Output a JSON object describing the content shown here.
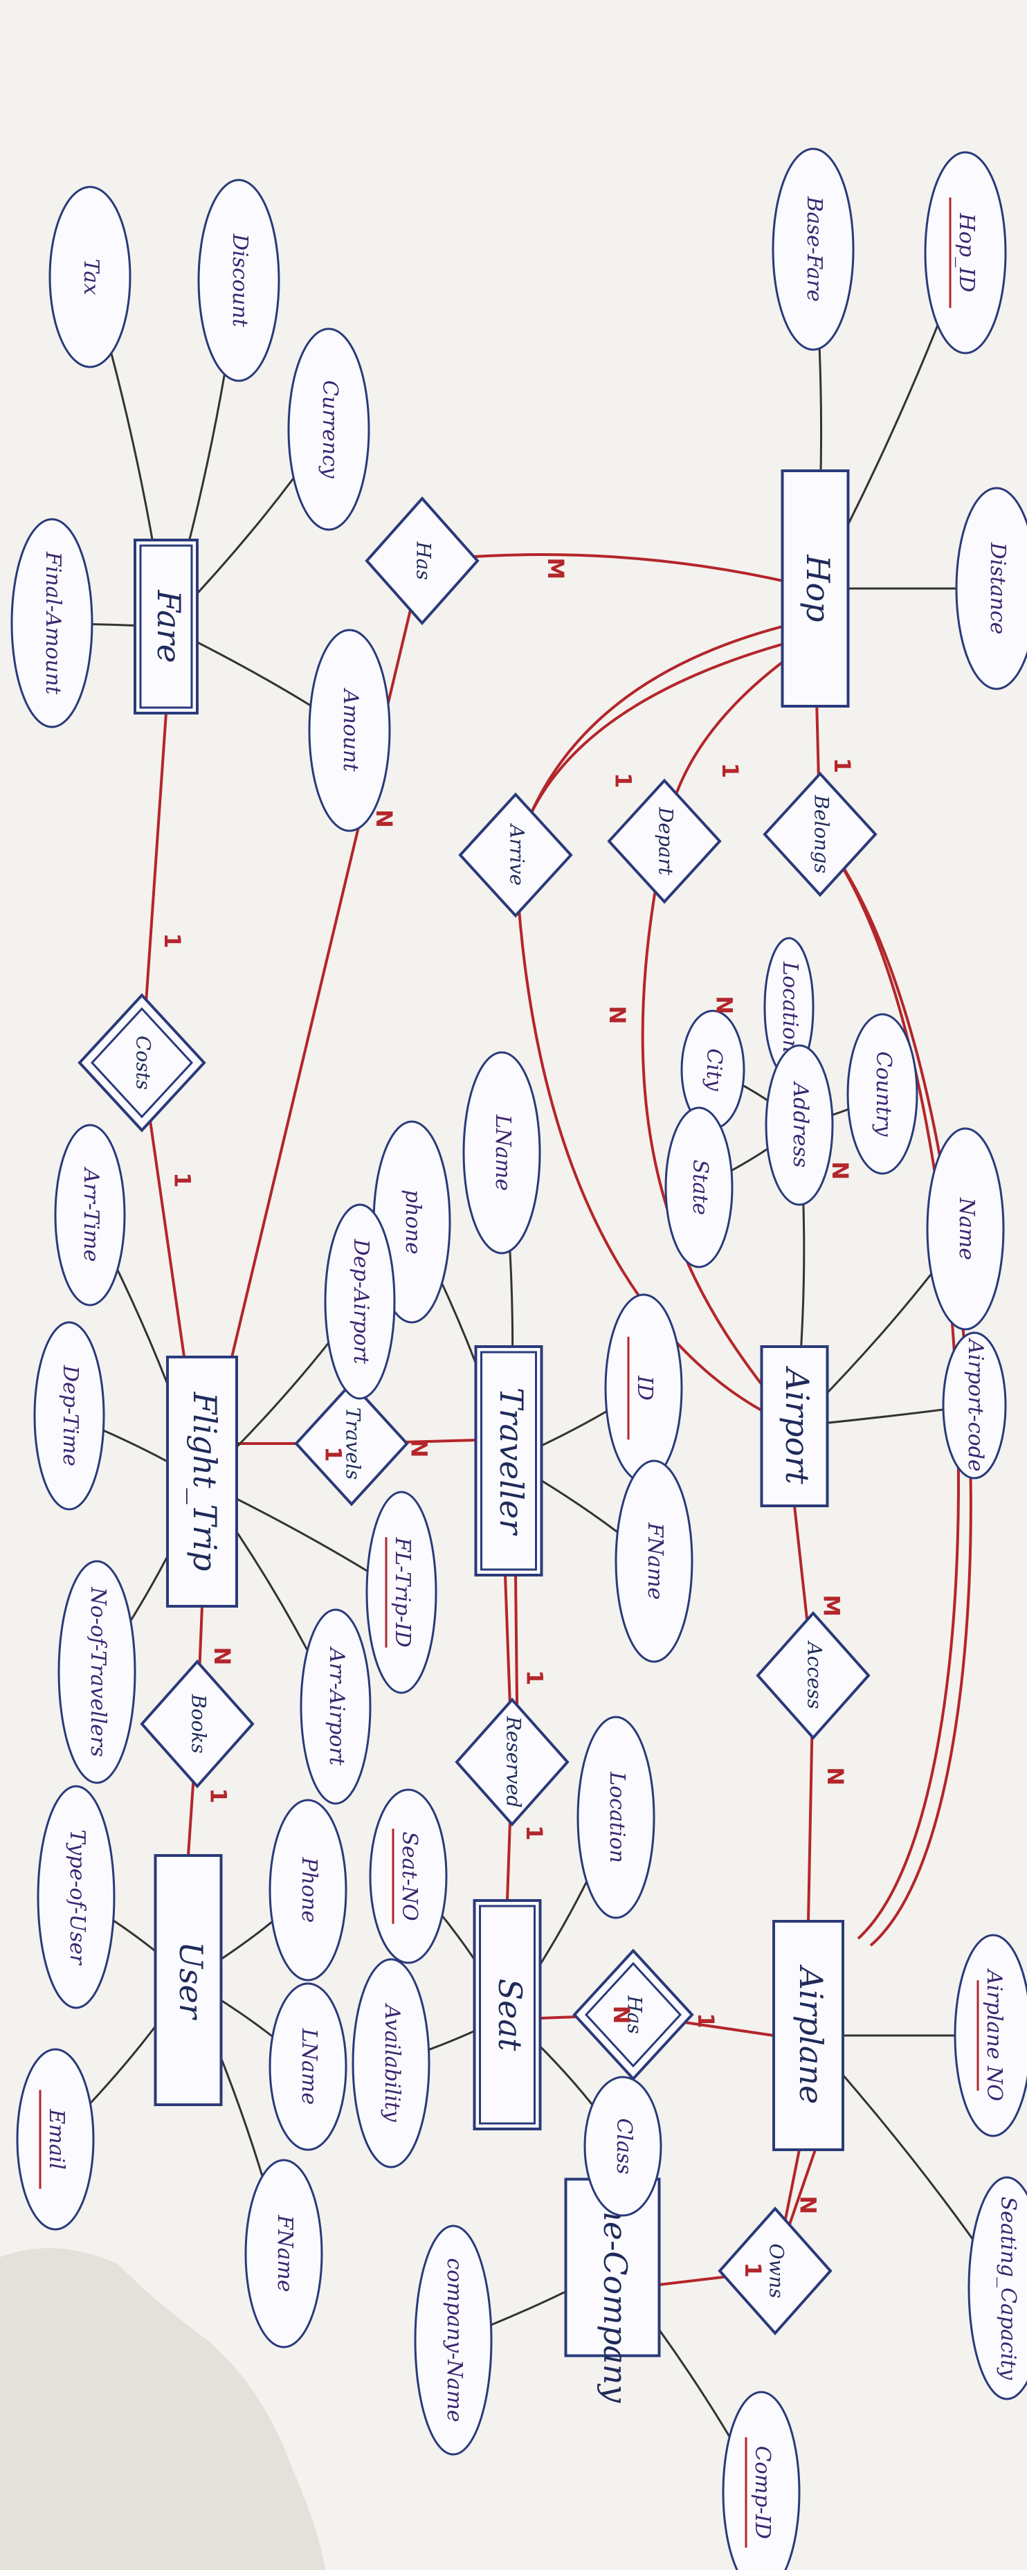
{
  "entities": [
    {
      "id": "hop",
      "label": "Hop"
    },
    {
      "id": "fare",
      "label": "Fare"
    },
    {
      "id": "airport",
      "label": "Airport"
    },
    {
      "id": "traveller",
      "label": "Traveller"
    },
    {
      "id": "flight_trip",
      "label": "Flight_Trip"
    },
    {
      "id": "airplane",
      "label": "Airplane"
    },
    {
      "id": "seat",
      "label": "Seat"
    },
    {
      "id": "user",
      "label": "User"
    },
    {
      "id": "airline_company",
      "label": "Airline-Company"
    }
  ],
  "relationships": [
    {
      "id": "has_hop_flight",
      "label": "Has",
      "from": "hop",
      "to": "flight_trip",
      "card_from": "M",
      "card_to": "N"
    },
    {
      "id": "arrive",
      "label": "Arrive",
      "from": "hop",
      "to": "airport",
      "card_from": "1",
      "card_to": "N"
    },
    {
      "id": "depart",
      "label": "Depart",
      "from": "hop",
      "to": "airport",
      "card_from": "1",
      "card_to": "N"
    },
    {
      "id": "belongs",
      "label": "Belongs",
      "from": "hop",
      "to": "airplane",
      "card_from": "1",
      "card_to": "N"
    },
    {
      "id": "costs",
      "label": "Costs",
      "from": "fare",
      "to": "flight_trip",
      "card_from": "1",
      "card_to": "1"
    },
    {
      "id": "travels",
      "label": "Travels",
      "from": "flight_trip",
      "to": "traveller",
      "card_from": "1",
      "card_to": "N"
    },
    {
      "id": "books",
      "label": "Books",
      "from": "flight_trip",
      "to": "user",
      "card_from": "N",
      "card_to": "1"
    },
    {
      "id": "reserved",
      "label": "Reserved",
      "from": "traveller",
      "to": "seat",
      "card_from": "1",
      "card_to": "1"
    },
    {
      "id": "access",
      "label": "Access",
      "from": "airport",
      "to": "airplane",
      "card_from": "M",
      "card_to": "N"
    },
    {
      "id": "has_airplane_seat",
      "label": "Has",
      "from": "airplane",
      "to": "seat",
      "card_from": "1",
      "card_to": "N"
    },
    {
      "id": "owns",
      "label": "Owns",
      "from": "airplane",
      "to": "airline_company",
      "card_from": "N",
      "card_to": "1"
    }
  ],
  "attributes": [
    {
      "id": "hop_id",
      "label": "Hop_ID",
      "entity": "hop",
      "key": true
    },
    {
      "id": "base_fare",
      "label": "Base-Fare",
      "entity": "hop",
      "key": false
    },
    {
      "id": "distance",
      "label": "Distance",
      "entity": "hop",
      "key": false
    },
    {
      "id": "tax",
      "label": "Tax",
      "entity": "fare",
      "key": false
    },
    {
      "id": "discount",
      "label": "Discount",
      "entity": "fare",
      "key": false
    },
    {
      "id": "currency",
      "label": "Currency",
      "entity": "fare",
      "key": false
    },
    {
      "id": "final_amount",
      "label": "Final-Amount",
      "entity": "fare",
      "key": false
    },
    {
      "id": "amount",
      "label": "Amount",
      "entity": "fare",
      "key": false
    },
    {
      "id": "location",
      "label": "Location",
      "entity": "airport",
      "key": false
    },
    {
      "id": "city",
      "label": "City",
      "entity": "airport",
      "key": false
    },
    {
      "id": "country",
      "label": "Country",
      "entity": "airport",
      "key": false
    },
    {
      "id": "address",
      "label": "Address",
      "entity": "airport",
      "key": false
    },
    {
      "id": "state",
      "label": "State",
      "entity": "airport",
      "key": false
    },
    {
      "id": "airport_name",
      "label": "Name",
      "entity": "airport",
      "key": false
    },
    {
      "id": "airport_code",
      "label": "Airport-code",
      "entity": "airport",
      "key": false
    },
    {
      "id": "traveller_lname",
      "label": "LName",
      "entity": "traveller",
      "key": false
    },
    {
      "id": "traveller_phone",
      "label": "phone",
      "entity": "traveller",
      "key": false
    },
    {
      "id": "traveller_id",
      "label": "ID",
      "entity": "traveller",
      "key": true
    },
    {
      "id": "traveller_fname",
      "label": "FName",
      "entity": "traveller",
      "key": false
    },
    {
      "id": "arr_time",
      "label": "Arr-Time",
      "entity": "flight_trip",
      "key": false
    },
    {
      "id": "dep_airport",
      "label": "Dep-Airport",
      "entity": "flight_trip",
      "key": false
    },
    {
      "id": "dep_time",
      "label": "Dep-Time",
      "entity": "flight_trip",
      "key": false
    },
    {
      "id": "fl_trip_id",
      "label": "FL-Trip-ID",
      "entity": "flight_trip",
      "key": true
    },
    {
      "id": "no_of_travellers",
      "label": "No-of-Travellers",
      "entity": "flight_trip",
      "key": false
    },
    {
      "id": "arr_airport",
      "label": "Arr-Airport",
      "entity": "flight_trip",
      "key": false
    },
    {
      "id": "seat_location",
      "label": "Location",
      "entity": "seat",
      "key": false
    },
    {
      "id": "seat_no",
      "label": "Seat-NO",
      "entity": "seat",
      "key": true
    },
    {
      "id": "availability",
      "label": "Availability",
      "entity": "seat",
      "key": false
    },
    {
      "id": "seat_class",
      "label": "Class",
      "entity": "seat",
      "key": false
    },
    {
      "id": "user_phone",
      "label": "Phone",
      "entity": "user",
      "key": false
    },
    {
      "id": "type_of_user",
      "label": "Type-of-User",
      "entity": "user",
      "key": false
    },
    {
      "id": "user_lname",
      "label": "LName",
      "entity": "user",
      "key": false
    },
    {
      "id": "email",
      "label": "Email",
      "entity": "user",
      "key": true
    },
    {
      "id": "user_fname",
      "label": "FName",
      "entity": "user",
      "key": false
    },
    {
      "id": "airplane_no",
      "label": "Airplane NO",
      "entity": "airplane",
      "key": true
    },
    {
      "id": "seating_capacity",
      "label": "Seating_Capacity",
      "entity": "airplane",
      "key": false
    },
    {
      "id": "company_name",
      "label": "company-Name",
      "entity": "airline_company",
      "key": false
    },
    {
      "id": "comp_id",
      "label": "Comp-ID",
      "entity": "airline_company",
      "key": true
    }
  ],
  "colors": {
    "relationship_line": "#b3262b",
    "attribute_line": "#333333",
    "shape_stroke": "#2a3a7a",
    "text": "#1f2a5a",
    "paper": "#f4f2ee"
  }
}
